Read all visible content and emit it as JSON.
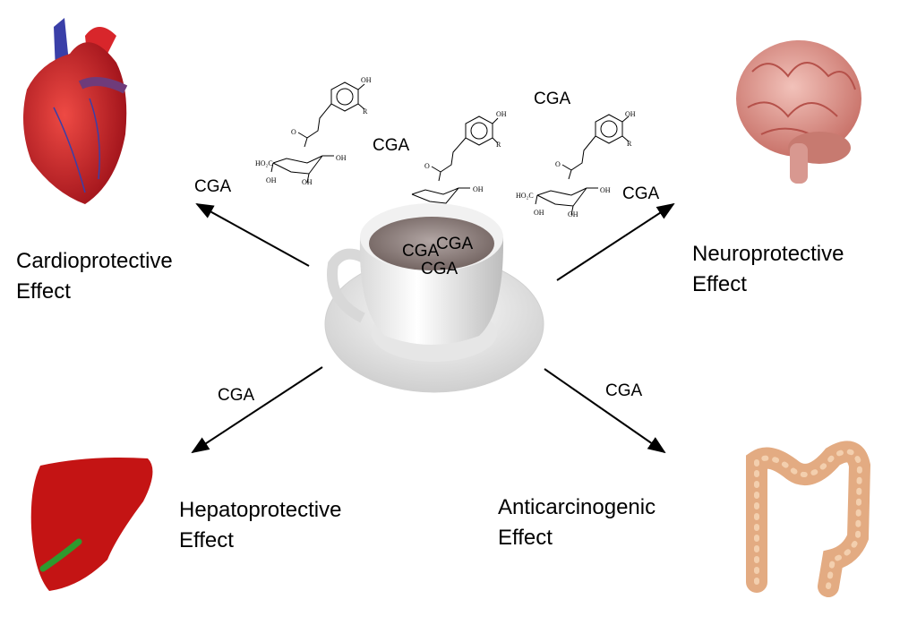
{
  "diagram": {
    "center_label": "CGA",
    "cup_labels": [
      "CGA",
      "CGA",
      "CGA"
    ],
    "arrow_labels": {
      "cardio": "CGA",
      "neuro": "CGA",
      "hepato": "CGA",
      "anticarcino": "CGA"
    },
    "molecule_labels": {
      "cga_a": "CGA",
      "cga_b": "CGA"
    },
    "molecule": {
      "oh": "OH",
      "r": "R",
      "o": "O",
      "ho2c": "HO₂C"
    },
    "effects": {
      "cardio": [
        "Cardioprotective",
        "Effect"
      ],
      "neuro": [
        "Neuroprotective",
        "Effect"
      ],
      "hepato": [
        "Hepatoprotective",
        "Effect"
      ],
      "anticarcino": [
        "Anticarcinogenic",
        "Effect"
      ]
    },
    "icons": [
      "heart-icon",
      "brain-icon",
      "liver-icon",
      "colon-icon",
      "coffee-cup-icon",
      "molecule-icon"
    ],
    "colors": {
      "heart": "#d8262b",
      "vessel_blue": "#3a3fa8",
      "brain": "#e0a19a",
      "liver": "#c41414",
      "colon": "#e8b48c",
      "coffee": "#8a7b78"
    }
  }
}
